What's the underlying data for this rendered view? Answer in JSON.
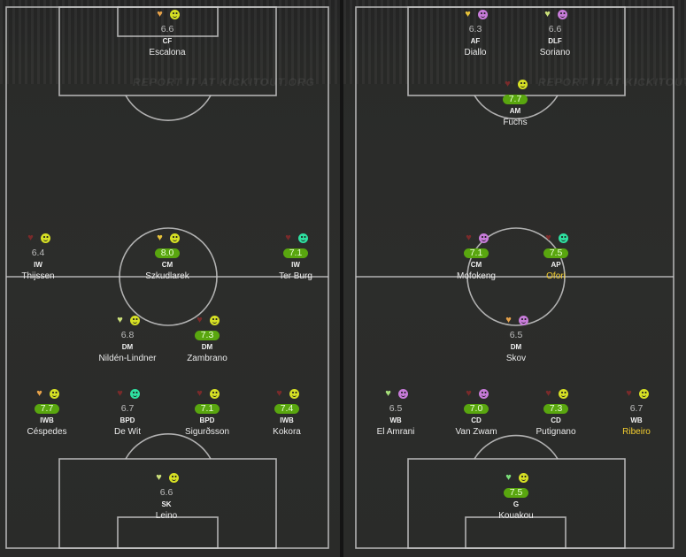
{
  "colors": {
    "pitch": "#2b2c2a",
    "line": "#c9c9c9",
    "highlight_rating_bg": "#59a60f",
    "gold_name": "#f5cf2f"
  },
  "watermark": "REPORT IT AT KICKITOUT.ORG",
  "left_team": {
    "players": [
      {
        "id": "escalona",
        "name": "Escalona",
        "position": "CF",
        "rating": "6.6",
        "highlight": false,
        "heart": "#e7a24a",
        "mood": "#d6e024",
        "name_color": "default"
      },
      {
        "id": "thijssen",
        "name": "Thijssen",
        "position": "IW",
        "rating": "6.4",
        "highlight": false,
        "heart": "#7a2a2a",
        "mood": "#d6e024",
        "name_color": "default"
      },
      {
        "id": "szkudlarek",
        "name": "Szkudlarek",
        "position": "CM",
        "rating": "8.0",
        "highlight": true,
        "heart": "#e7c23a",
        "mood": "#d6e024",
        "name_color": "default"
      },
      {
        "id": "terburg",
        "name": "Ter Burg",
        "position": "IW",
        "rating": "7.1",
        "highlight": true,
        "heart": "#7a2a2a",
        "mood": "#2ee0a0",
        "name_color": "default"
      },
      {
        "id": "nilden",
        "name": "Nildén-Lindner",
        "position": "DM",
        "rating": "6.8",
        "highlight": false,
        "heart": "#cbe07a",
        "mood": "#d6e024",
        "name_color": "default"
      },
      {
        "id": "zambrano",
        "name": "Zambrano",
        "position": "DM",
        "rating": "7.3",
        "highlight": true,
        "heart": "#7a2a2a",
        "mood": "#d6e024",
        "name_color": "default"
      },
      {
        "id": "cespedes",
        "name": "Céspedes",
        "position": "IWB",
        "rating": "7.7",
        "highlight": true,
        "heart": "#e7a24a",
        "mood": "#d6e024",
        "name_color": "default"
      },
      {
        "id": "dewit",
        "name": "De Wit",
        "position": "BPD",
        "rating": "6.7",
        "highlight": false,
        "heart": "#7a2a2a",
        "mood": "#2ee0a0",
        "name_color": "default"
      },
      {
        "id": "sigurdsson",
        "name": "Sigurðsson",
        "position": "BPD",
        "rating": "7.1",
        "highlight": true,
        "heart": "#7a2a2a",
        "mood": "#d6e024",
        "name_color": "default"
      },
      {
        "id": "kokora",
        "name": "Kokora",
        "position": "IWB",
        "rating": "7.4",
        "highlight": true,
        "heart": "#7a2a2a",
        "mood": "#d6e024",
        "name_color": "default"
      },
      {
        "id": "leino",
        "name": "Leino",
        "position": "SK",
        "rating": "6.6",
        "highlight": false,
        "heart": "#cbe07a",
        "mood": "#d6e024",
        "name_color": "default"
      }
    ]
  },
  "right_team": {
    "players": [
      {
        "id": "diallo",
        "name": "Diallo",
        "position": "AF",
        "rating": "6.3",
        "highlight": false,
        "heart": "#e7c23a",
        "mood": "#c77bd9",
        "name_color": "default"
      },
      {
        "id": "soriano",
        "name": "Soriano",
        "position": "DLF",
        "rating": "6.6",
        "highlight": false,
        "heart": "#cbe07a",
        "mood": "#c77bd9",
        "name_color": "default"
      },
      {
        "id": "fuchs",
        "name": "Fuchs",
        "position": "AM",
        "rating": "7.7",
        "highlight": true,
        "heart": "#7a2a2a",
        "mood": "#d6e024",
        "name_color": "default"
      },
      {
        "id": "mofokeng",
        "name": "Mofokeng",
        "position": "CM",
        "rating": "7.1",
        "highlight": true,
        "heart": "#7a2a2a",
        "mood": "#c77bd9",
        "name_color": "default"
      },
      {
        "id": "ofori",
        "name": "Ofori",
        "position": "AP",
        "rating": "7.5",
        "highlight": true,
        "heart": "#7a2a2a",
        "mood": "#2ee0a0",
        "name_color": "gold"
      },
      {
        "id": "skov",
        "name": "Skov",
        "position": "DM",
        "rating": "6.5",
        "highlight": false,
        "heart": "#e7a24a",
        "mood": "#c77bd9",
        "name_color": "default"
      },
      {
        "id": "elamrani",
        "name": "El Amrani",
        "position": "WB",
        "rating": "6.5",
        "highlight": false,
        "heart": "#a7e07a",
        "mood": "#c77bd9",
        "name_color": "default"
      },
      {
        "id": "vanzwam",
        "name": "Van Zwam",
        "position": "CD",
        "rating": "7.0",
        "highlight": true,
        "heart": "#7a2a2a",
        "mood": "#c77bd9",
        "name_color": "default"
      },
      {
        "id": "putignano",
        "name": "Putignano",
        "position": "CD",
        "rating": "7.3",
        "highlight": true,
        "heart": "#7a2a2a",
        "mood": "#d6e024",
        "name_color": "default"
      },
      {
        "id": "ribeiro",
        "name": "Ribeiro",
        "position": "WB",
        "rating": "6.7",
        "highlight": false,
        "heart": "#7a2a2a",
        "mood": "#d6e024",
        "name_color": "gold"
      },
      {
        "id": "kouakou",
        "name": "Kouakou",
        "position": "G",
        "rating": "7.5",
        "highlight": true,
        "heart": "#7ae07a",
        "mood": "#d6e024",
        "name_color": "default"
      }
    ]
  }
}
